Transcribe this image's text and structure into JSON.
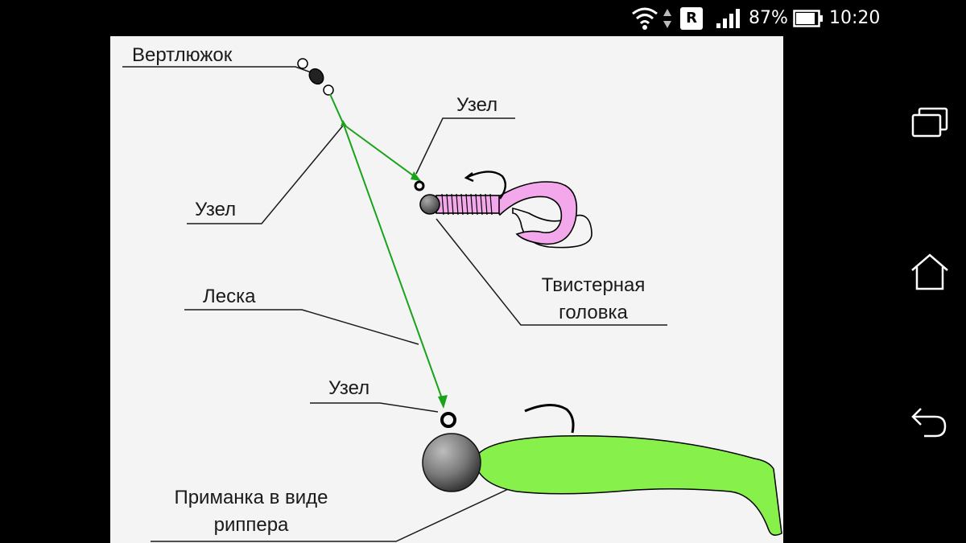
{
  "status_bar": {
    "roaming_badge": "R",
    "battery_percent": "87%",
    "time": "10:20",
    "icons": [
      "wifi-icon",
      "data-arrows-icon",
      "signal-icon",
      "battery-icon"
    ]
  },
  "nav_bar": {
    "buttons": [
      {
        "name": "recent-apps",
        "icon": "recent-apps-icon"
      },
      {
        "name": "home",
        "icon": "home-icon"
      },
      {
        "name": "back",
        "icon": "back-icon"
      }
    ]
  },
  "diagram": {
    "labels": {
      "swivel": "Вертлюжок",
      "knot_top": "Узел",
      "knot_left": "Узел",
      "line": "Леска",
      "twister_head_line1": "Твистерная",
      "twister_head_line2": "головка",
      "knot_bottom": "Узел",
      "lure_line1": "Приманка в виде",
      "lure_line2": "риппера"
    },
    "colors": {
      "fishing_line": "#1aa31a",
      "twister_tail": "#f4a8ec",
      "ripper_body": "#88f04a",
      "background": "#f4f4f4"
    }
  }
}
